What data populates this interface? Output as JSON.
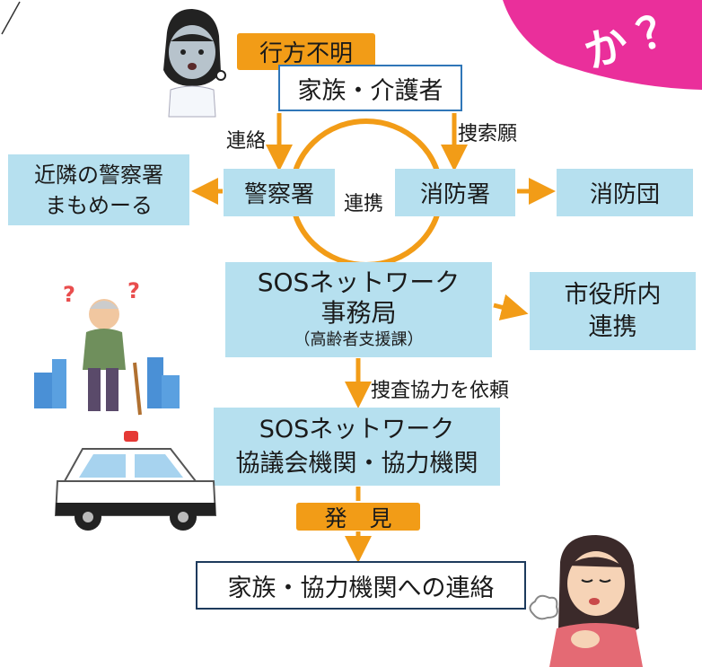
{
  "badge": {
    "text": "か？",
    "color": "#ea2f9b"
  },
  "colors": {
    "box": "#b6e0ef",
    "accent": "#f29c17",
    "blue_border": "#2f76b8",
    "navy_border": "#1d3a5c"
  },
  "flow": {
    "missing": "行方不明",
    "family": "家族・介護者",
    "contact_label": "連絡",
    "search_label": "捜索願",
    "nearby": [
      "近隣の警察署",
      "まもめーる"
    ],
    "police": "警察署",
    "cooperate_label": "連携",
    "fire": "消防署",
    "volunteer_fire": "消防団",
    "secretariat": [
      "SOSネットワーク",
      "事務局",
      "（高齢者支援課）"
    ],
    "city_hall": [
      "市役所内",
      "連携"
    ],
    "request_label": "捜査協力を依頼",
    "council": [
      "SOSネットワーク",
      "協議会機関・協力機関"
    ],
    "found": "発　見",
    "notify": "家族・協力機関への連絡"
  },
  "icons": [
    "worried-caregiver-icon",
    "confused-elderly-man-icon",
    "police-car-icon",
    "relieved-woman-icon"
  ]
}
